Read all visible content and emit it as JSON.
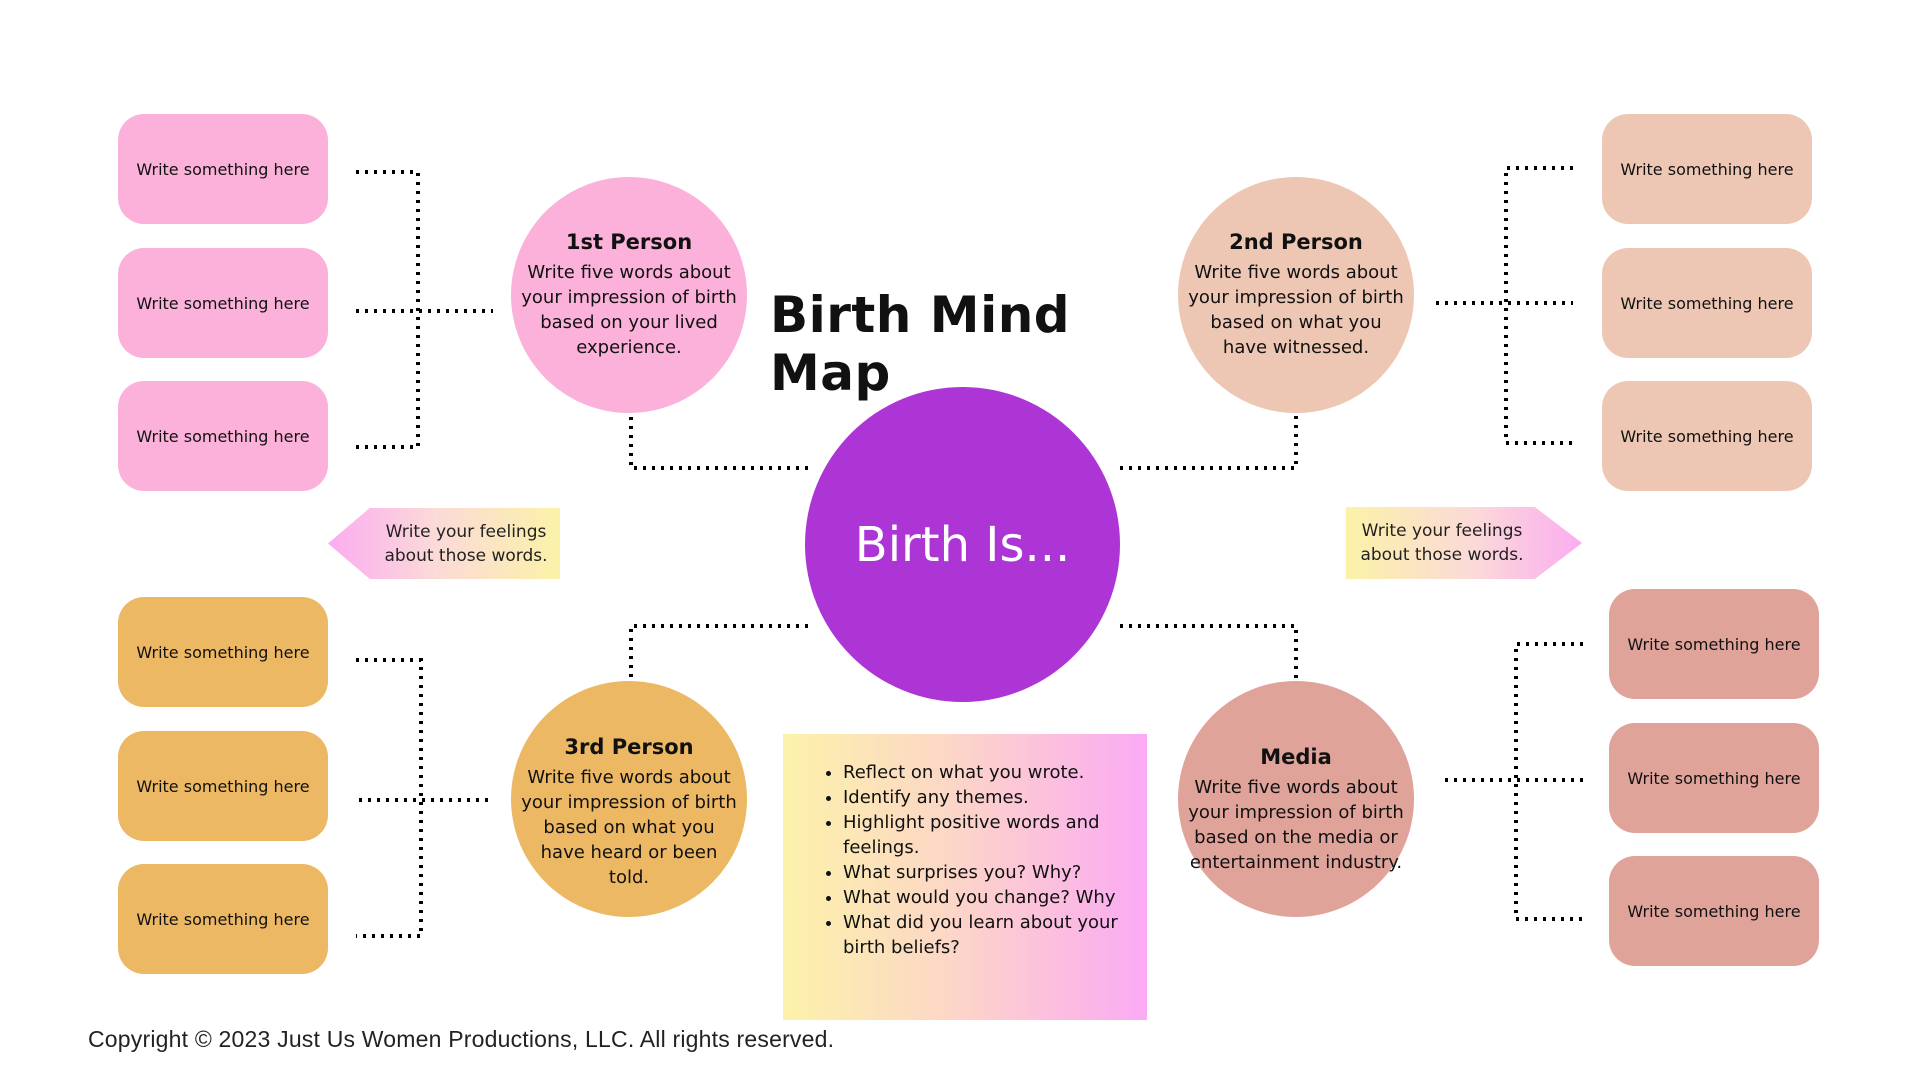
{
  "title": "Birth Mind Map",
  "center": {
    "label": "Birth Is..."
  },
  "box_label": "Write something here",
  "feelings": {
    "left": "Write your feelings about those words.",
    "right": "Write your feelings about those words."
  },
  "nodes": [
    {
      "title": "1st Person",
      "description": "Write five words about your impression of birth based on your lived experience."
    },
    {
      "title": "2nd Person",
      "description": "Write five words about your impression of birth based on what you have witnessed."
    },
    {
      "title": "3rd Person",
      "description": "Write five words about your impression of birth based on what you have heard or been told."
    },
    {
      "title": "Media",
      "description": "Write five words about your impression of birth based on the media or entertainment industry."
    }
  ],
  "reflection": [
    "Reflect on what you wrote.",
    "Identify any themes.",
    "Highlight positive words and feelings.",
    "What surprises you? Why?",
    "What would you change? Why",
    "What did you learn about your birth beliefs?"
  ],
  "colors": {
    "center": "#ad35d6",
    "first_person": "#fbb1d9",
    "second_person": "#eec7b4",
    "third_person": "#ecb863",
    "media": "#e0a39a"
  },
  "copyright": "Copyright © 2023 Just Us Women Productions, LLC. All rights reserved."
}
